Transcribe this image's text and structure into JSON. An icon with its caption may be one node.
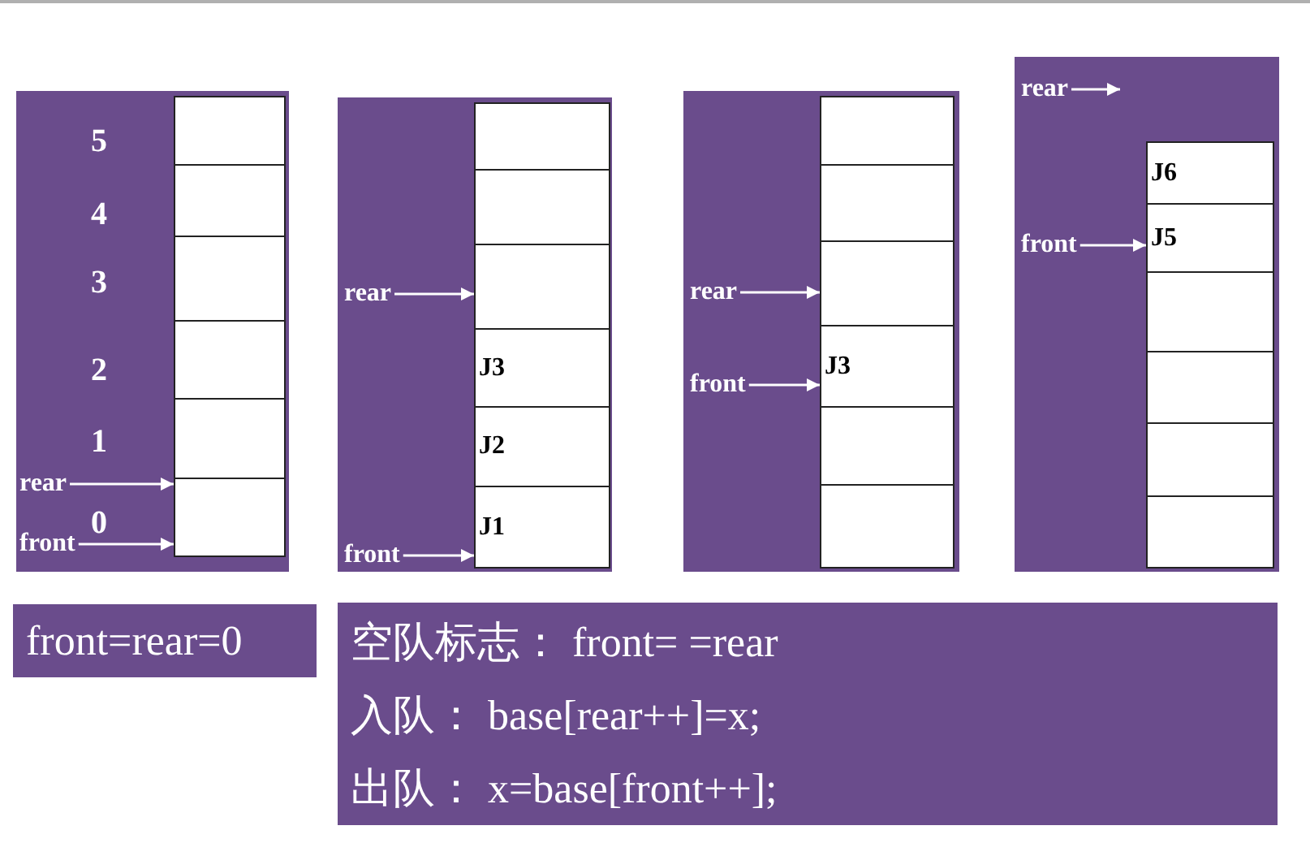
{
  "diagram": {
    "nodes": [
      {
        "text": [],
        "shape": "box"
      },
      {
        "text": [],
        "shape": "box",
        "in": 0
      },
      {
        "text": [],
        "shape": "box",
        "in": 0
      },
      {
        "text": [],
        "shape": "box",
        "in": 0
      },
      {
        "text": [],
        "shape": "box",
        "in": 0
      },
      {
        "text": [],
        "shape": "box",
        "in": 0
      },
      {
        "text": [],
        "shape": "box",
        "in": 0
      },
      {
        "text": [
          "rear"
        ],
        "in": 0
      },
      {
        "text": [
          "front"
        ],
        "in": 0
      },
      {
        "text": [],
        "shape": "box"
      },
      {
        "text": [],
        "shape": "box",
        "in": 9
      },
      {
        "text": [],
        "shape": "box",
        "in": 9
      },
      {
        "text": [],
        "shape": "box",
        "in": 9
      },
      {
        "text": [
          "J3"
        ],
        "in": 9
      },
      {
        "text": [
          "J2"
        ],
        "in": 9
      },
      {
        "text": [
          "J1"
        ],
        "in": 9
      },
      {
        "text": [
          "rear"
        ],
        "in": 9
      },
      {
        "text": [
          "front"
        ],
        "in": 9
      },
      {
        "text": [],
        "shape": "box"
      },
      {
        "text": [],
        "shape": "box",
        "in": 18
      },
      {
        "text": [],
        "shape": "box",
        "in": 18
      },
      {
        "text": [],
        "shape": "box",
        "in": 18
      },
      {
        "text": [
          "J3"
        ],
        "in": 18
      },
      {
        "text": [],
        "shape": "box",
        "in": 18
      },
      {
        "text": [],
        "shape": "box",
        "in": 18
      },
      {
        "text": [
          "rear"
        ],
        "in": 18
      },
      {
        "text": [
          "front"
        ],
        "in": 18
      },
      {
        "text": [],
        "shape": "box"
      },
      {
        "text": [
          "J6"
        ],
        "in": 27
      },
      {
        "text": [
          "J5"
        ],
        "in": 27
      },
      {
        "text": [],
        "shape": "box",
        "in": 27
      },
      {
        "text": [],
        "shape": "box",
        "in": 27
      },
      {
        "text": [],
        "shape": "box",
        "in": 27
      },
      {
        "text": [],
        "shape": "box",
        "in": 27
      },
      {
        "text": [
          "rear"
        ],
        "in": 27
      },
      {
        "text": [
          "front"
        ],
        "in": 27
      },
      {
        "text": [
          "front=rear=0"
        ]
      },
      {
        "text": [
          "空队标志： front= =rear",
          "入队： base[rear++]=x;",
          "出队： x=base[front++];"
        ]
      }
    ],
    "edges": [
      {
        "from": 7,
        "to": 6,
        "arrow": "to"
      },
      {
        "from": 8,
        "to": 6,
        "arrow": "to"
      },
      {
        "from": 16,
        "to": 12,
        "arrow": "to"
      },
      {
        "from": 17,
        "to": 15,
        "arrow": "to"
      },
      {
        "from": 25,
        "to": 21,
        "arrow": "to"
      },
      {
        "from": 26,
        "to": 22,
        "arrow": "to"
      },
      {
        "from": 34,
        "to": null,
        "arrow": "to"
      },
      {
        "from": 35,
        "to": 29,
        "arrow": "to"
      }
    ],
    "labels": [
      "5",
      "4",
      "3",
      "2",
      "1",
      "0"
    ]
  }
}
